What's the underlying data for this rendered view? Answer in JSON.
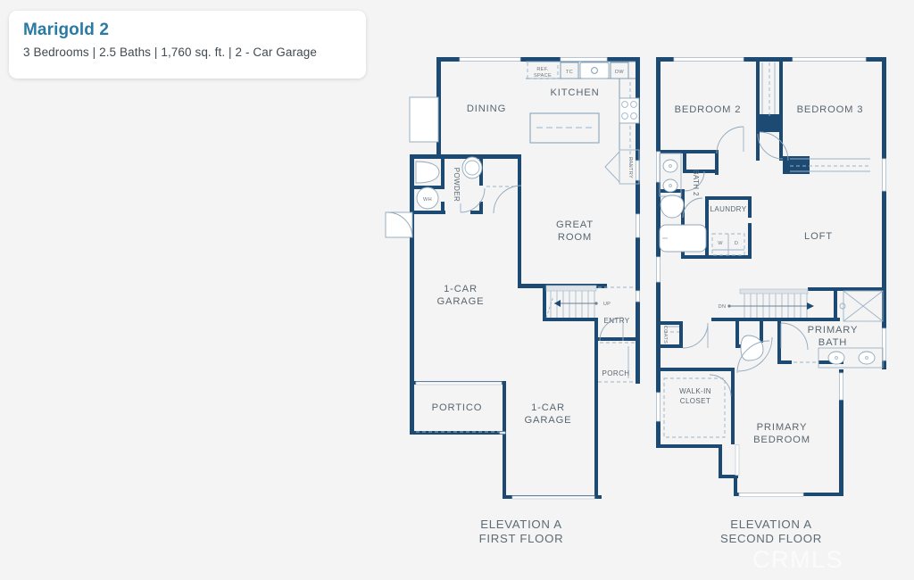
{
  "info_card": {
    "title": "Marigold 2",
    "specs": "3 Bedrooms | 2.5 Baths | 1,760 sq. ft. | 2 - Car Garage",
    "title_color": "#2a7ba3",
    "specs_color": "#404a52",
    "bedrooms": "3",
    "baths": "2.5",
    "square_feet": "1,760",
    "garage": "2 - Car Garage"
  },
  "colors": {
    "background": "#f4f4f4",
    "card": "#ffffff",
    "wall": "#1c4a72",
    "room_label": "#5a6670",
    "caption": "#5d6b75",
    "fixture_stroke": "#8fa7bb"
  },
  "watermark": "CRMLS",
  "floors": [
    {
      "id": "first-floor",
      "caption_line1": "ELEVATION A",
      "caption_line2": "FIRST FLOOR",
      "rooms": [
        {
          "id": "dining",
          "label": "DINING"
        },
        {
          "id": "kitchen",
          "label": "KITCHEN"
        },
        {
          "id": "great-room",
          "label": "GREAT\nROOM",
          "line1": "GREAT",
          "line2": "ROOM"
        },
        {
          "id": "powder",
          "label": "POWDER",
          "orientation": "vertical"
        },
        {
          "id": "garage-1",
          "label": "1-CAR\nGARAGE",
          "line1": "1-CAR",
          "line2": "GARAGE"
        },
        {
          "id": "garage-2",
          "label": "1-CAR\nGARAGE",
          "line1": "1-CAR",
          "line2": "GARAGE"
        },
        {
          "id": "portico",
          "label": "PORTICO"
        },
        {
          "id": "entry",
          "label": "ENTRY"
        },
        {
          "id": "porch",
          "label": "PORCH"
        },
        {
          "id": "pantry",
          "label": "PANTRY",
          "orientation": "vertical"
        }
      ],
      "annotations": [
        {
          "id": "ref-space",
          "line1": "REF.",
          "line2": "SPACE"
        },
        {
          "id": "trash-compactor",
          "label": "TC"
        },
        {
          "id": "dishwasher",
          "label": "DW"
        },
        {
          "id": "water-heater",
          "label": "WH"
        },
        {
          "id": "stair-direction",
          "label": "UP"
        }
      ]
    },
    {
      "id": "second-floor",
      "caption_line1": "ELEVATION A",
      "caption_line2": "SECOND FLOOR",
      "rooms": [
        {
          "id": "bedroom-2",
          "label": "BEDROOM 2"
        },
        {
          "id": "bedroom-3",
          "label": "BEDROOM 3"
        },
        {
          "id": "bath-2",
          "label": "BATH 2",
          "orientation": "vertical"
        },
        {
          "id": "laundry",
          "label": "LAUNDRY"
        },
        {
          "id": "loft",
          "label": "LOFT"
        },
        {
          "id": "primary-bath",
          "label": "PRIMARY\nBATH",
          "line1": "PRIMARY",
          "line2": "BATH"
        },
        {
          "id": "primary-bedroom",
          "label": "PRIMARY\nBEDROOM",
          "line1": "PRIMARY",
          "line2": "BEDROOM"
        },
        {
          "id": "walk-in-closet",
          "label": "WALK-IN\nCLOSET",
          "line1": "WALK-IN",
          "line2": "CLOSET"
        },
        {
          "id": "coats",
          "label": "COATS",
          "orientation": "vertical"
        }
      ],
      "annotations": [
        {
          "id": "washer",
          "label": "W"
        },
        {
          "id": "dryer",
          "label": "D"
        },
        {
          "id": "stair-direction",
          "label": "DN"
        }
      ]
    }
  ]
}
